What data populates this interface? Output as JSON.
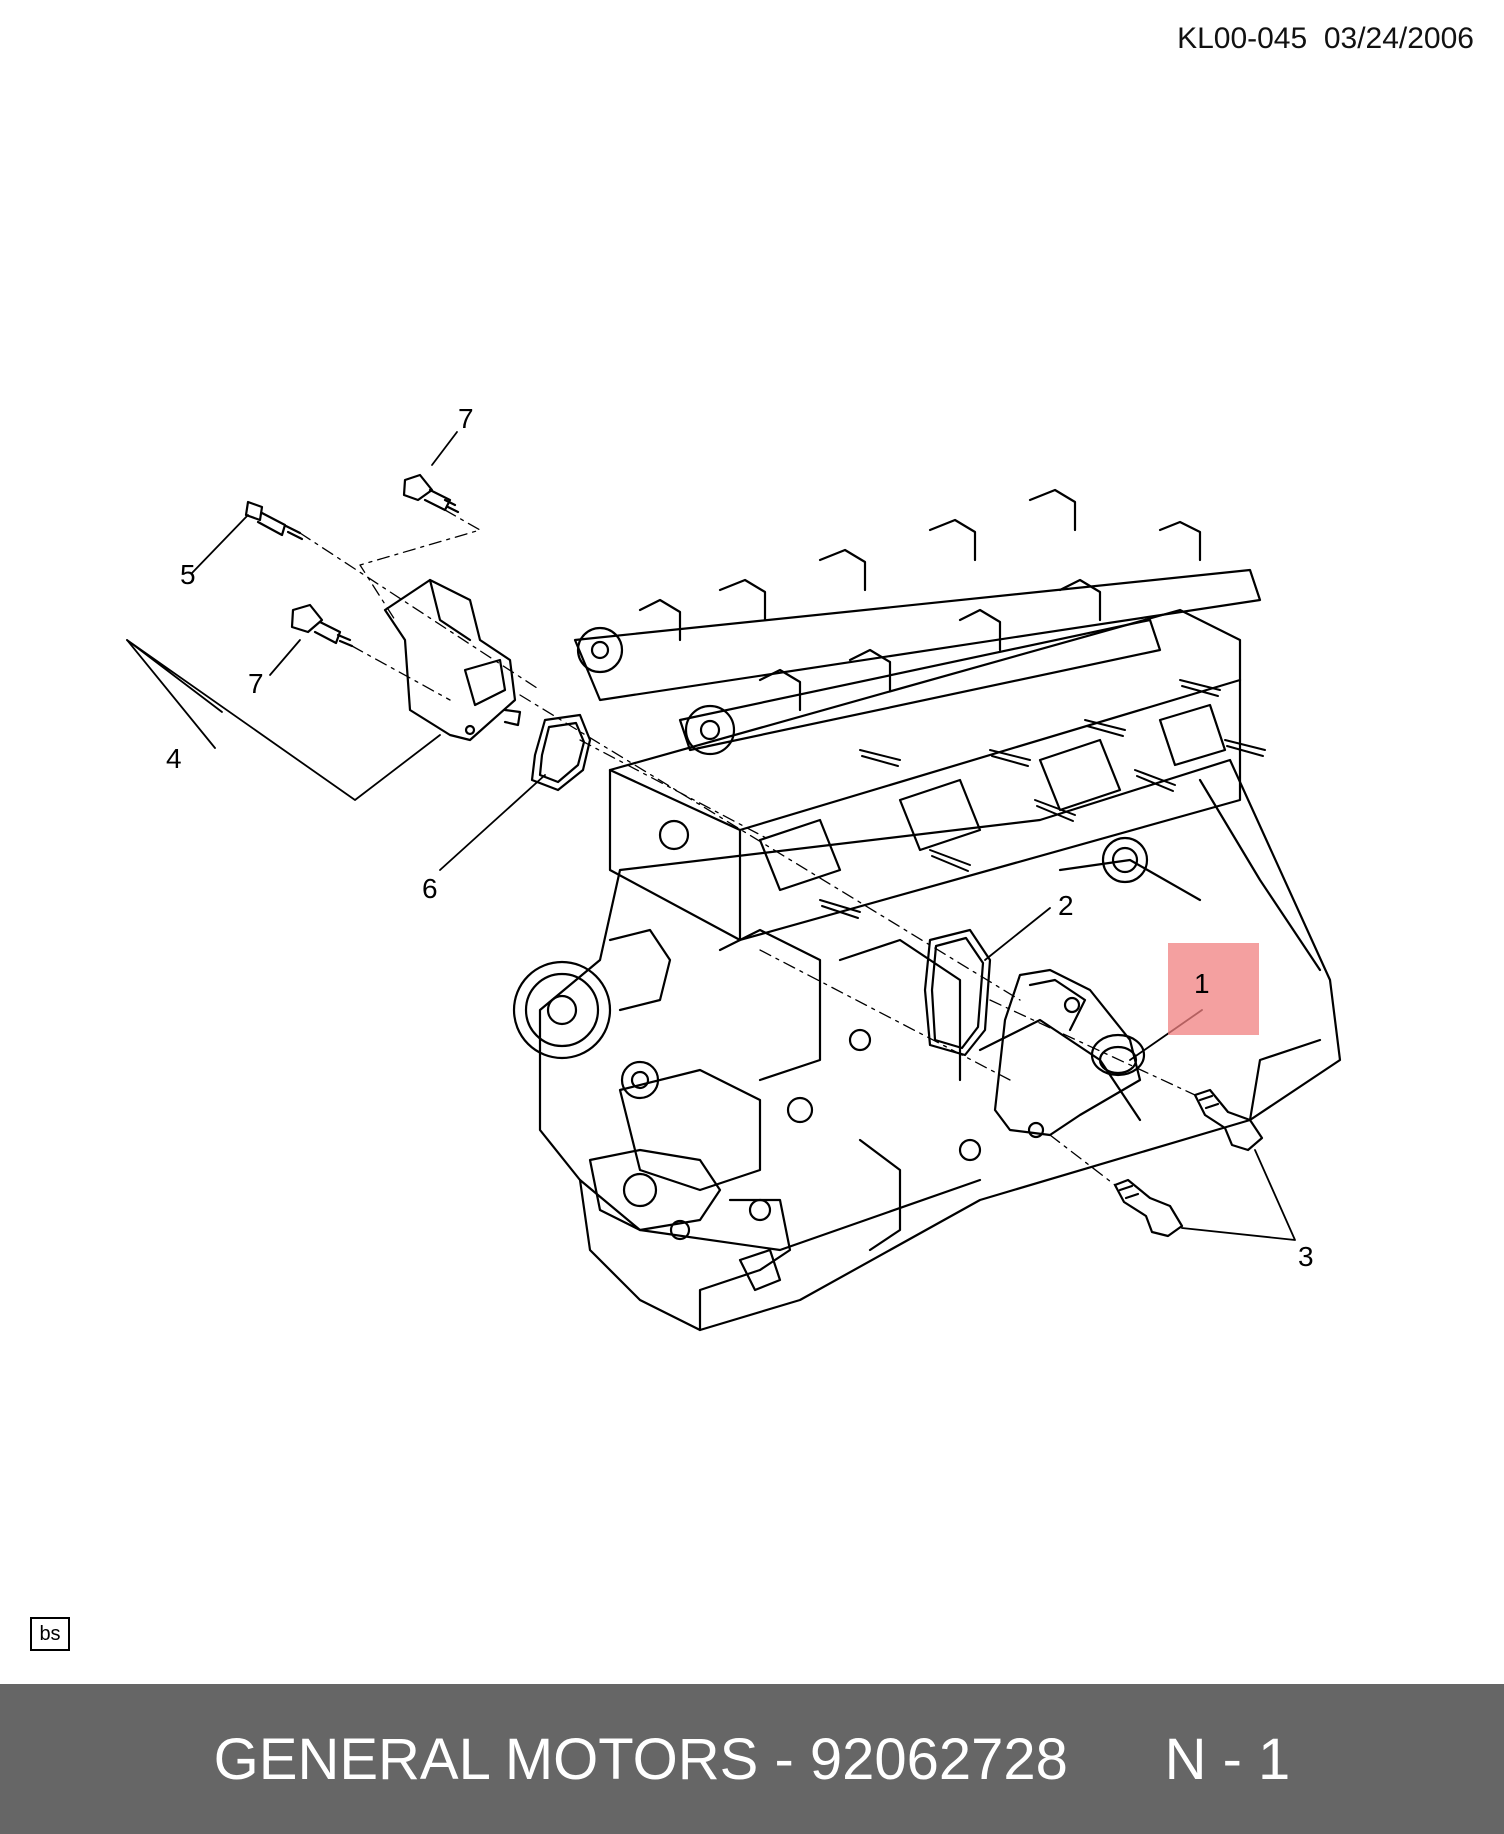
{
  "header": {
    "doc_ref": "KL00-045  03/24/2006"
  },
  "callouts": [
    {
      "id": "1",
      "label": "1"
    },
    {
      "id": "2",
      "label": "2"
    },
    {
      "id": "3",
      "label": "3"
    },
    {
      "id": "4",
      "label": "4"
    },
    {
      "id": "5",
      "label": "5"
    },
    {
      "id": "6",
      "label": "6"
    },
    {
      "id": "7a",
      "label": "7"
    },
    {
      "id": "7b",
      "label": "7"
    }
  ],
  "highlight": {
    "target": "1",
    "color": "#f08080"
  },
  "badge": {
    "label": "bs"
  },
  "footer": {
    "part_text": "GENERAL MOTORS - 92062728",
    "qty_text": "N - 1",
    "background": "#666666"
  }
}
